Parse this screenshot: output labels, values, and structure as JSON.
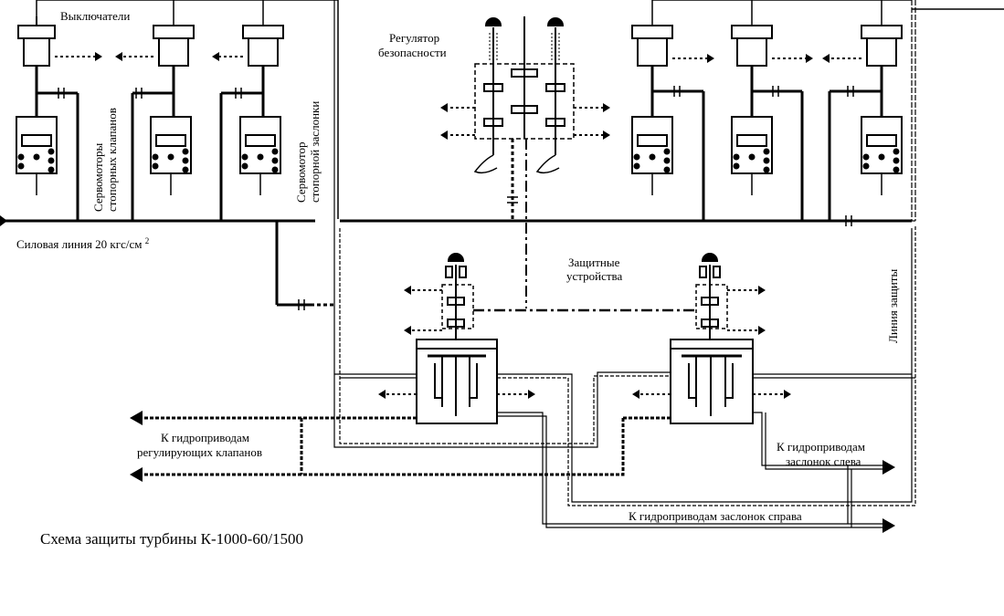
{
  "diagram": {
    "caption": "Схема защиты турбины К-1000-60/1500",
    "labels": {
      "switches": "Выключатели",
      "stop_valve_servos": [
        "Сервомоторы",
        "стопорных клапанов"
      ],
      "stop_damper_servo": [
        "Сервомотор",
        "стопорной заслонки"
      ],
      "safety_governor": [
        "Регулятор",
        "безопасности"
      ],
      "protective_devices": [
        "Защитные",
        "устройства"
      ],
      "power_line": "Силовая линия 20 кгс/см",
      "power_line_exp": "2",
      "protection_line": "Линия защиты",
      "to_control_valves": [
        "К гидроприводам",
        "регулирующих клапанов"
      ],
      "to_dampers_left": [
        "К гидроприводам",
        "заслонок слева"
      ],
      "to_dampers_right": "К гидроприводам заслонок справа"
    },
    "colors": {
      "line": "#000000",
      "background": "#ffffff"
    }
  }
}
